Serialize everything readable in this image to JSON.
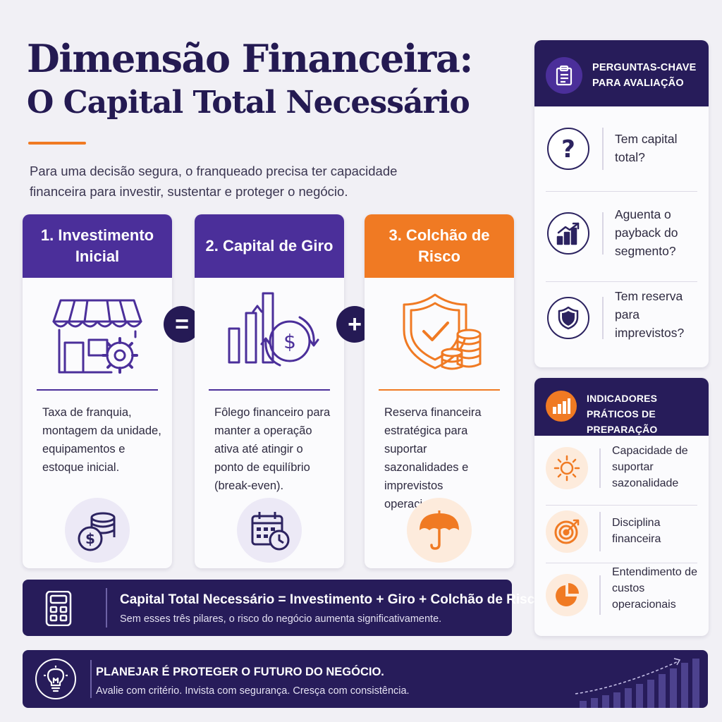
{
  "title": {
    "line1": "Dimensão Financeira:",
    "line2": "O Capital Total Necessário"
  },
  "intro": "Para uma decisão segura, o franqueado precisa ter capacidade financeira para investir, sustentar e proteger o negócio.",
  "pillars": [
    {
      "title": "1. Investimento Inicial",
      "description": "Taxa de franquia, montagem da unidade, equipamentos e estoque inicial.",
      "main_icon": "storefront-gear-icon",
      "bottom_icon": "coins-dollar-icon"
    },
    {
      "title": "2. Capital de Giro",
      "description": "Fôlego financeiro para manter a operação ativa até atingir o ponto de equilíbrio (break-even).",
      "main_icon": "bar-chart-dollar-cycle-icon",
      "bottom_icon": "calendar-clock-icon"
    },
    {
      "title": "3. Colchão de Risco",
      "description": "Reserva financeira estratégica para suportar sazonalidades e imprevistos operacionais.",
      "main_icon": "shield-check-coins-icon",
      "bottom_icon": "umbrella-icon"
    }
  ],
  "operators": [
    "=",
    "+"
  ],
  "formula": {
    "equation": "Capital Total Necessário  =  Investimento + Giro + Colchão de Risco",
    "note": "Sem esses três pilares, o risco do negócio aumenta significativamente.",
    "icon": "calculator-icon"
  },
  "banner": {
    "headline": "PLANEJAR É PROTEGER O FUTURO DO NEGÓCIO.",
    "tagline": "Avalie com critério. Invista com segurança. Cresça com consistência.",
    "icon": "lightbulb-icon",
    "decor_icon": "growth-bars-icon"
  },
  "questions_panel": {
    "title": "PERGUNTAS-CHAVE PARA AVALIAÇÃO",
    "icon": "clipboard-icon",
    "items": [
      {
        "text": "Tem capital total?",
        "icon": "question-mark-icon"
      },
      {
        "text": "Aguenta o payback do segmento?",
        "icon": "growth-chart-icon"
      },
      {
        "text": "Tem reserva para imprevistos?",
        "icon": "shield-icon"
      }
    ]
  },
  "indicators_panel": {
    "title": "INDICADORES PRÁTICOS DE PREPARAÇÃO",
    "icon": "bar-chart-icon",
    "items": [
      {
        "text": "Capacidade de suportar sazonalidade",
        "icon": "sun-icon"
      },
      {
        "text": "Disciplina financeira",
        "icon": "target-icon"
      },
      {
        "text": "Entendimento de custos operacionais",
        "icon": "pie-chart-icon"
      }
    ]
  },
  "colors": {
    "navy": "#271c5a",
    "purple": "#4b2f9a",
    "orange": "#f07a23",
    "background": "#f1f0f5"
  }
}
